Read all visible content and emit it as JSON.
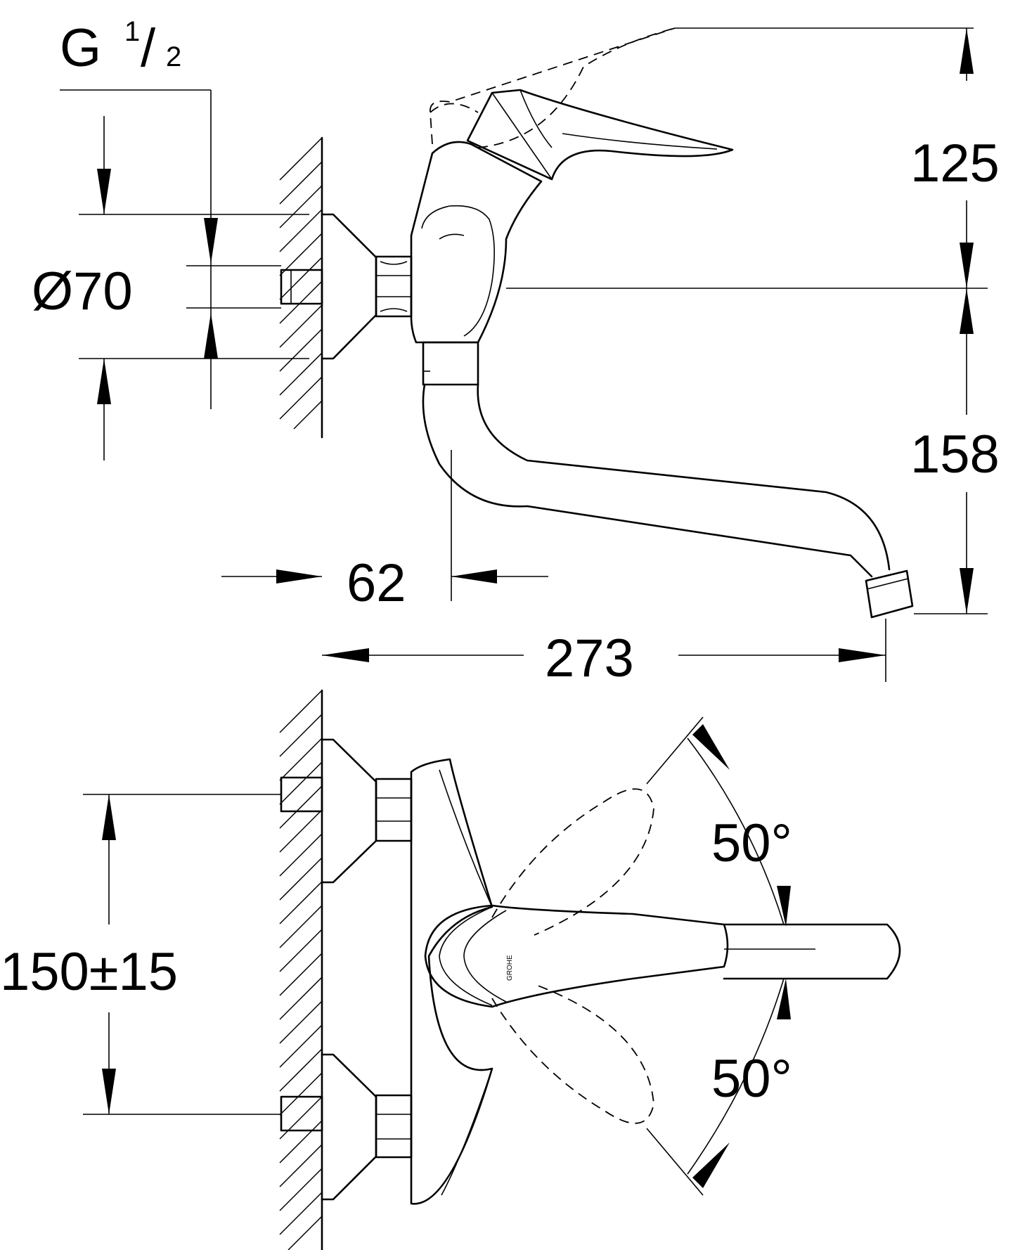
{
  "drawing": {
    "thread_label": {
      "prefix": "G",
      "numerator": "1",
      "slash": "/",
      "denominator": "2"
    },
    "dimensions": {
      "diameter": "Ø70",
      "lever_height": "125",
      "spout_drop": "158",
      "projection_base": "62",
      "spout_reach": "273",
      "center_distance": "150±15",
      "angle_upper": "50°",
      "angle_lower": "50°"
    },
    "brand_logo": "GROHE"
  }
}
